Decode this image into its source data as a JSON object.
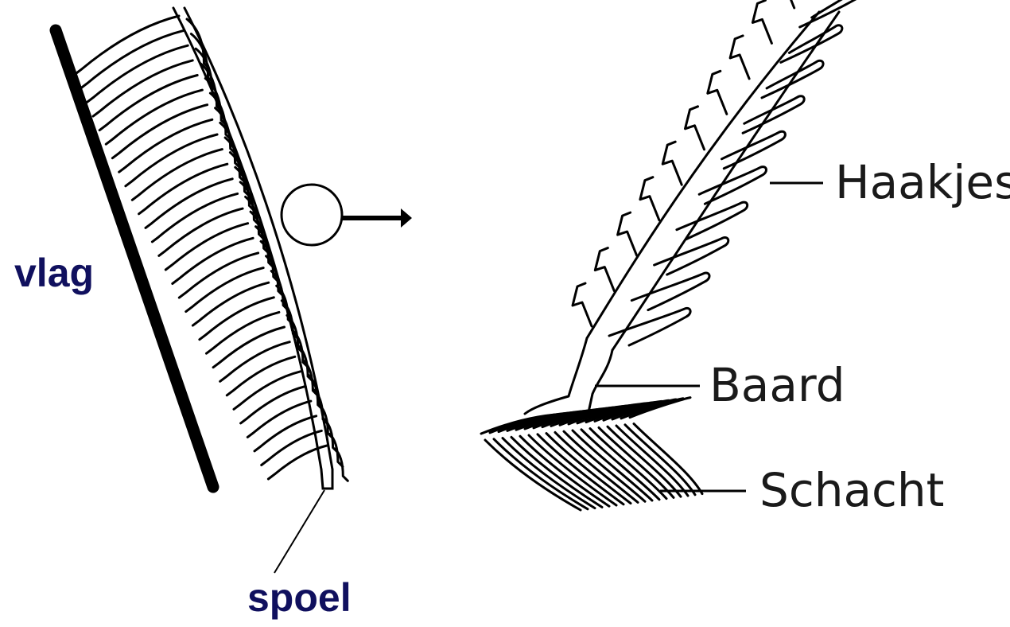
{
  "labels": {
    "vlag": "vlag",
    "spoel": "spoel",
    "haakjes": "Haakjes",
    "baard": "Baard",
    "schacht": "Schacht"
  },
  "colors": {
    "line": "#000000",
    "label_bold": "#10105e",
    "label_thin": "#1a1a1a"
  }
}
